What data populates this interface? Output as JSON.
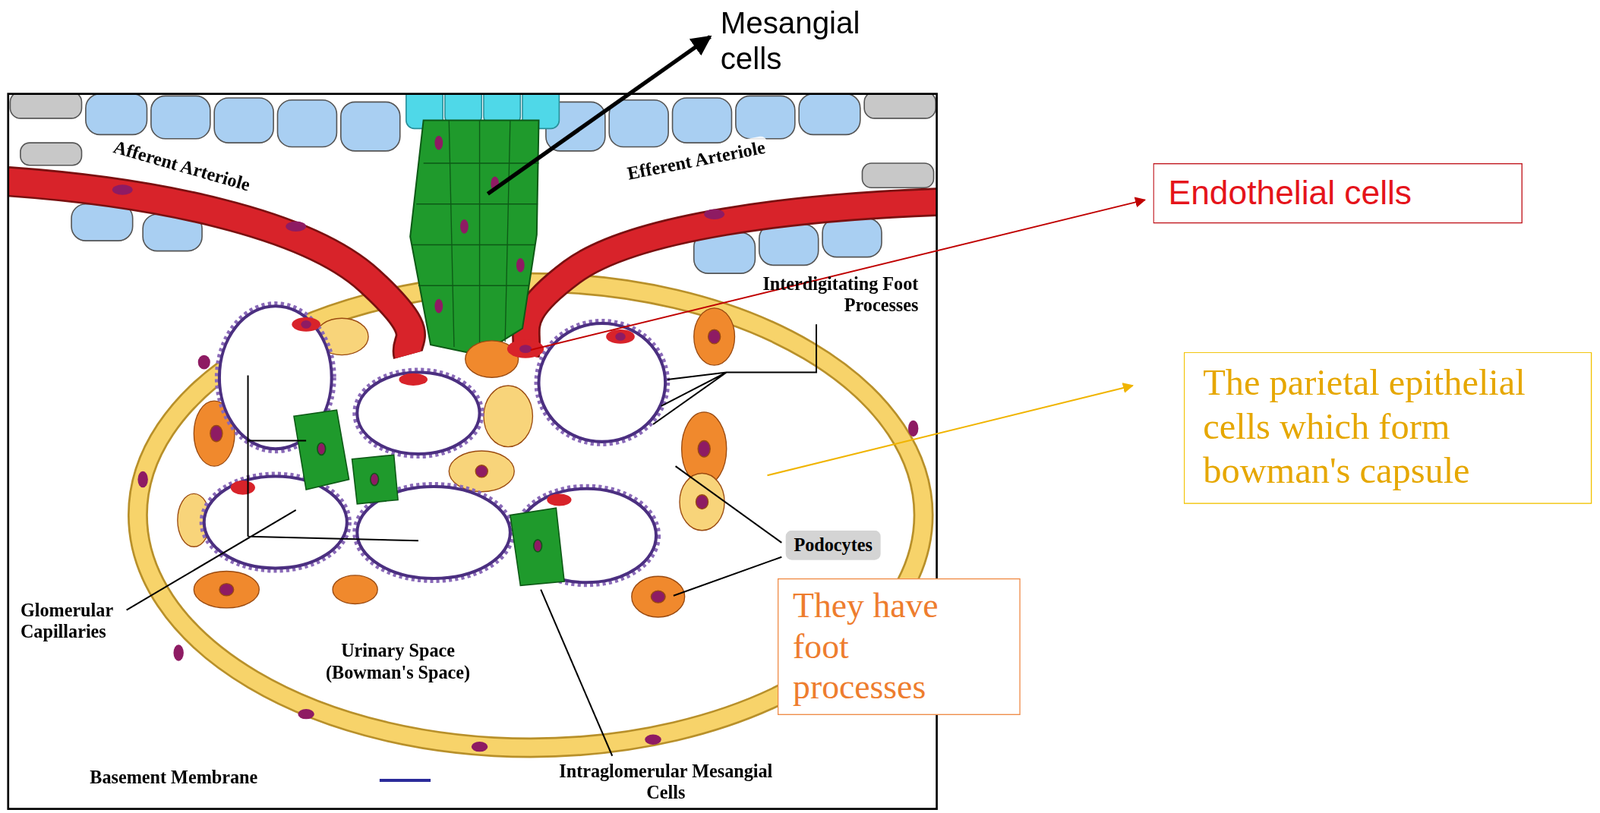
{
  "diagram": {
    "nodes": [
      {
        "text": [
          "Endothelial cells"
        ]
      },
      {
        "text": [
          "The parietal epithelial cells which form bowman's capsule"
        ]
      },
      {
        "text": [
          "They have foot processes"
        ]
      }
    ],
    "labels": [
      "Mesangial cells",
      "Afferent Arteriole",
      "Efferent Arteriole",
      "Interdigitating Foot Processes",
      "Podocytes",
      "Glomerular Capillaries",
      "Urinary Space (Bowman's Space)",
      "Basement Membrane",
      "Intraglomerular Mesangial Cells"
    ]
  }
}
